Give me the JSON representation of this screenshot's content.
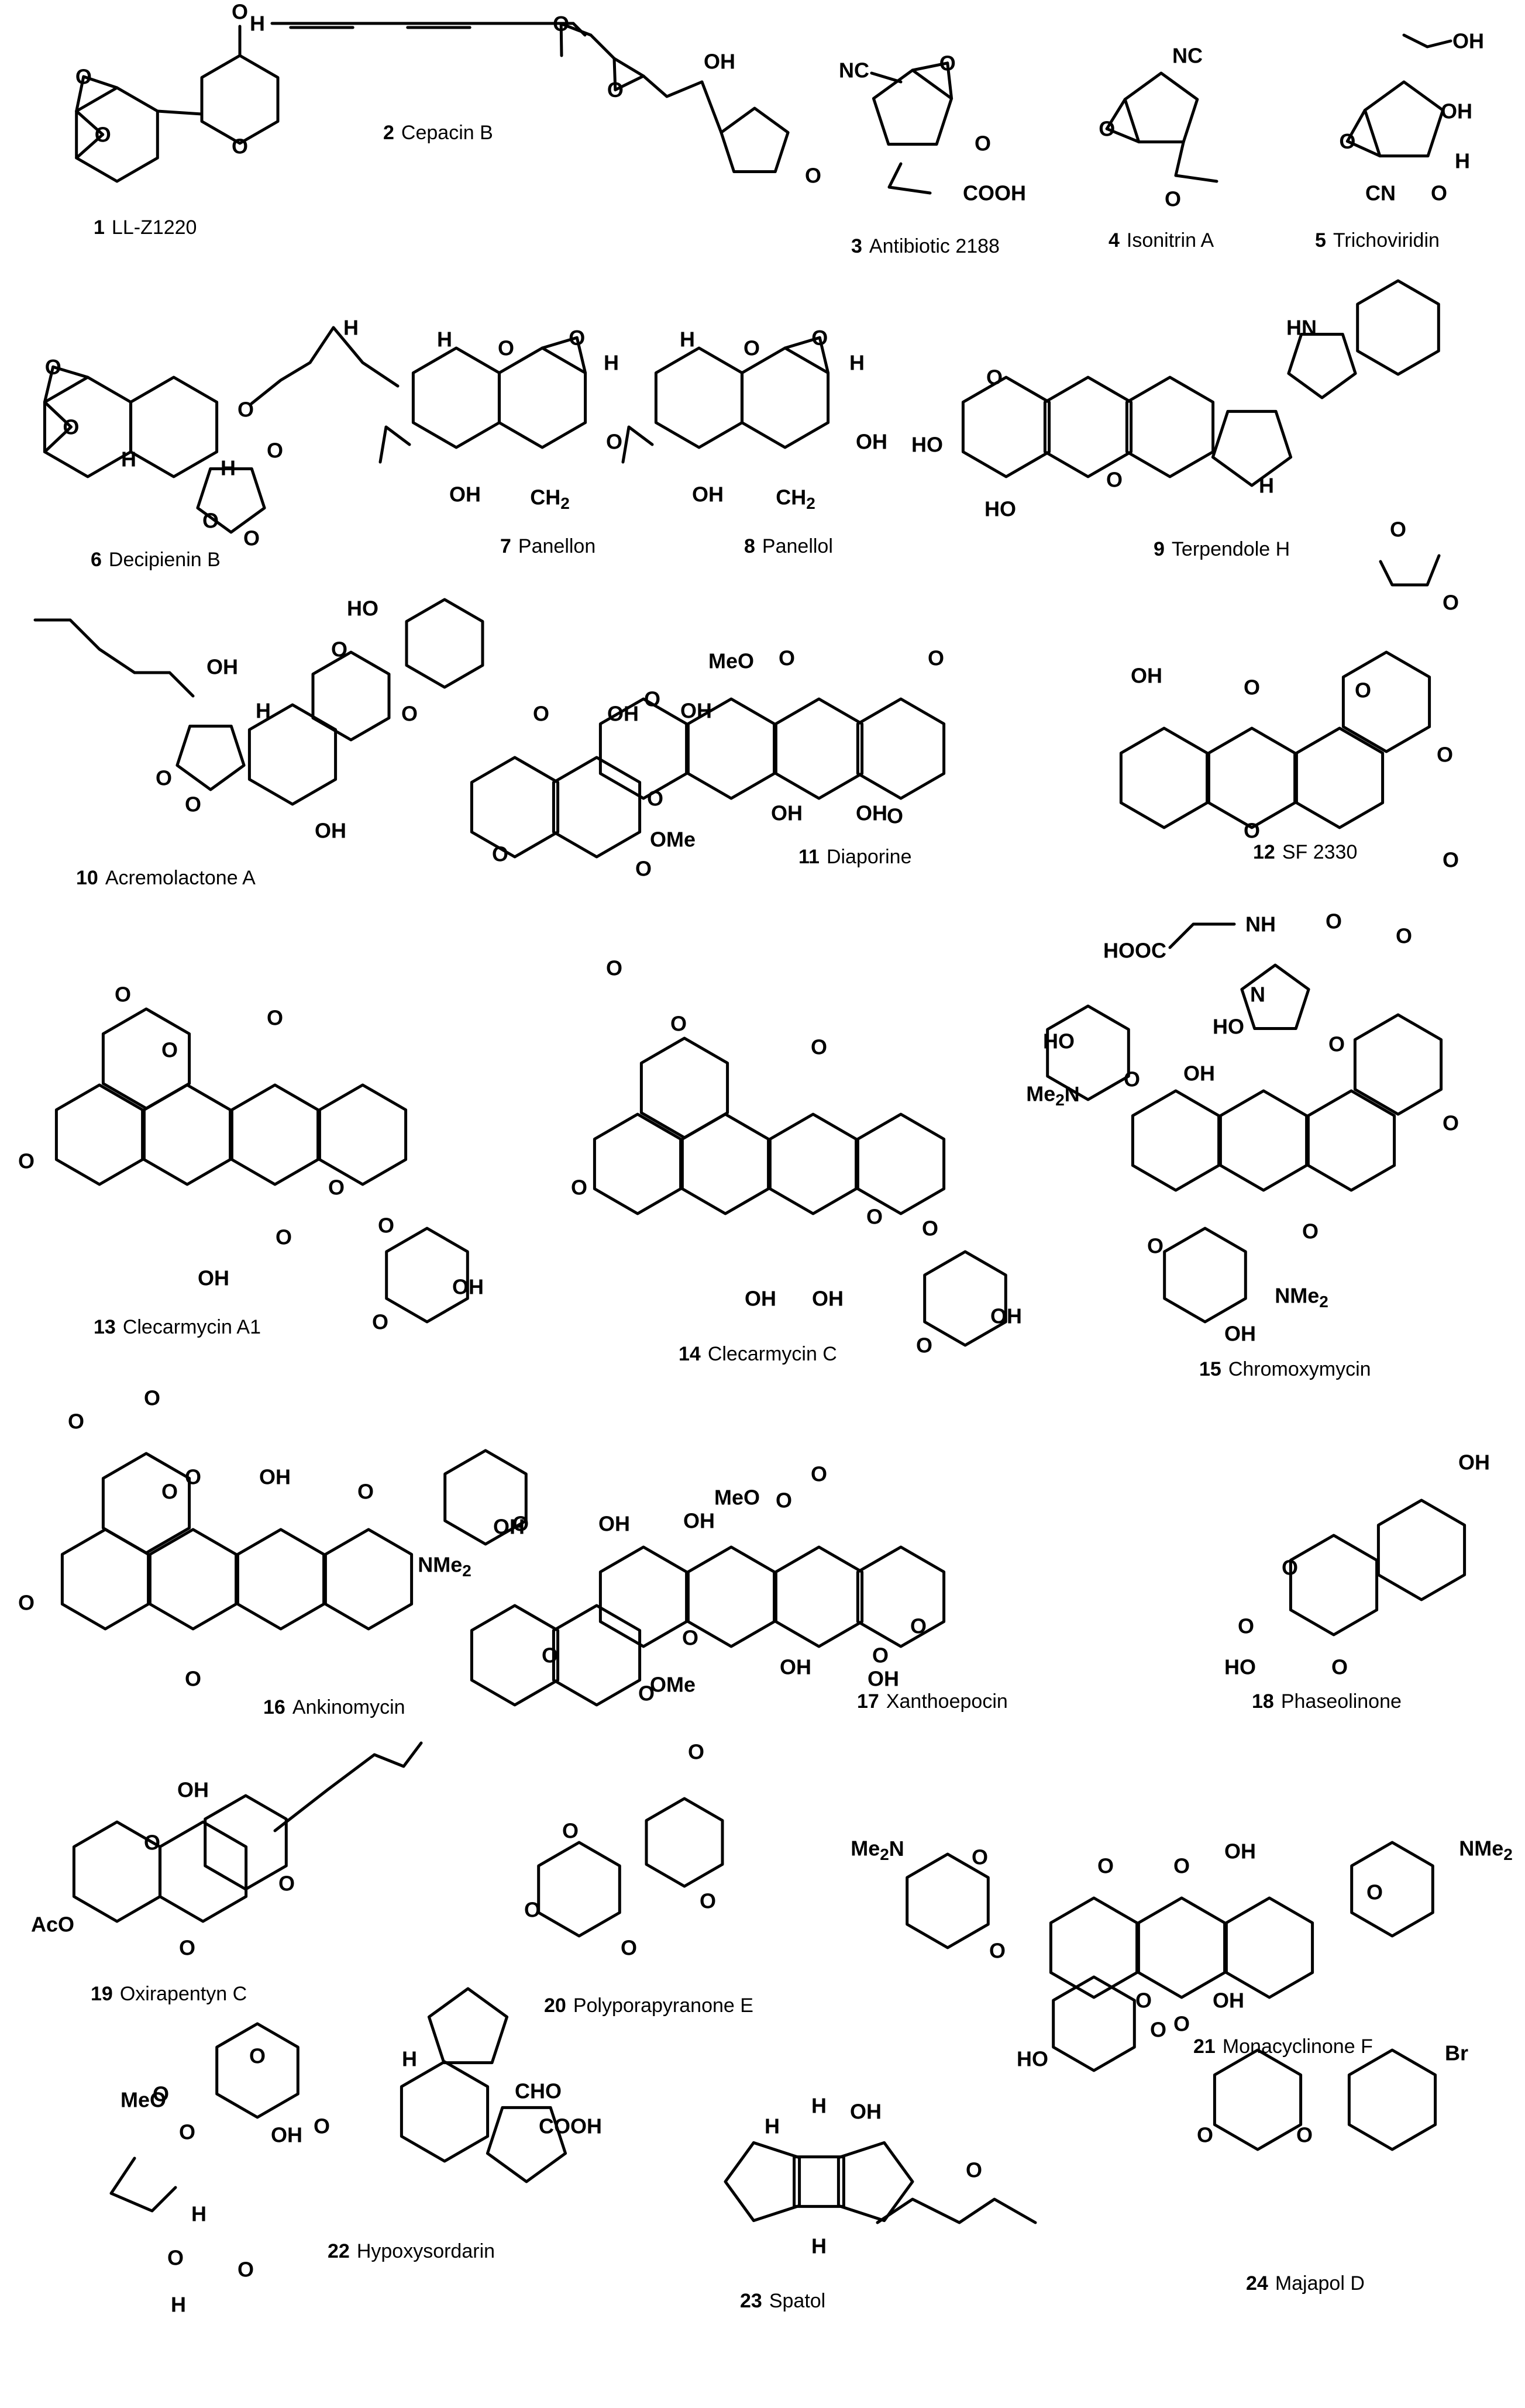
{
  "compounds": [
    {
      "number": "1",
      "name": "LL-Z1220"
    },
    {
      "number": "2",
      "name": "Cepacin B"
    },
    {
      "number": "3",
      "name": "Antibiotic 2188"
    },
    {
      "number": "4",
      "name": "Isonitrin A"
    },
    {
      "number": "5",
      "name": "Trichoviridin"
    },
    {
      "number": "6",
      "name": "Decipienin B"
    },
    {
      "number": "7",
      "name": "Panellon"
    },
    {
      "number": "8",
      "name": "Panellol"
    },
    {
      "number": "9",
      "name": "Terpendole H"
    },
    {
      "number": "10",
      "name": "Acremolactone A"
    },
    {
      "number": "11",
      "name": "Diaporine"
    },
    {
      "number": "12",
      "name": "SF 2330"
    },
    {
      "number": "13",
      "name": "Clecarmycin A1"
    },
    {
      "number": "14",
      "name": "Clecarmycin C"
    },
    {
      "number": "15",
      "name": "Chromoxymycin"
    },
    {
      "number": "16",
      "name": "Ankinomycin"
    },
    {
      "number": "17",
      "name": "Xanthoepocin"
    },
    {
      "number": "18",
      "name": "Phaseolinone"
    },
    {
      "number": "19",
      "name": "Oxirapentyn C"
    },
    {
      "number": "20",
      "name": "Polyporapyranone E"
    },
    {
      "number": "21",
      "name": "Monacyclinone F"
    },
    {
      "number": "22",
      "name": "Hypoxysordarin"
    },
    {
      "number": "23",
      "name": "Spatol"
    },
    {
      "number": "24",
      "name": "Majapol D"
    }
  ],
  "atom_labels": {
    "O": "O",
    "OH": "OH",
    "HO": "HO",
    "H": "H",
    "NC": "NC",
    "CN": "CN",
    "COOH": "COOH",
    "HOOC": "HOOC",
    "HN": "HN",
    "N": "N",
    "NH": "NH",
    "MeO": "MeO",
    "OMe": "OMe",
    "CH2": "CH",
    "CH2_sub": "2",
    "Me2N": "Me",
    "Me2N_sub": "2",
    "Me2N_tail": "N",
    "NMe2": "NMe",
    "NMe2_sub": "2",
    "AcO": "AcO",
    "CHO": "CHO",
    "Br": "Br"
  }
}
